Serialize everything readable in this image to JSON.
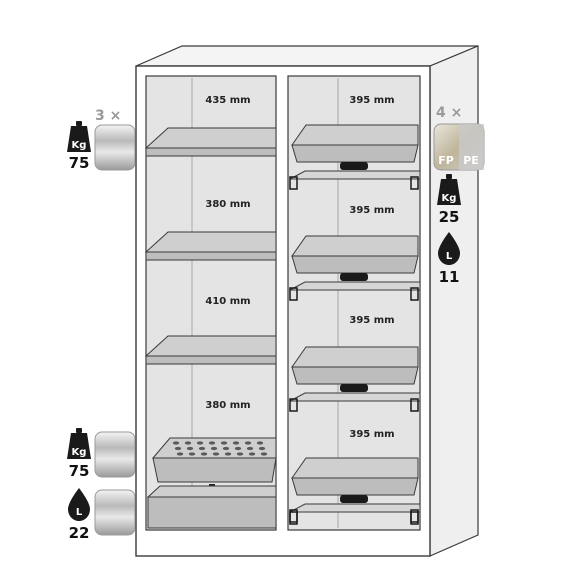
{
  "colors": {
    "outline": "#3a3a3a",
    "interior": "#e4e4e4",
    "shelf": "#bdbdbd",
    "icon_dark": "#1a1a1a",
    "multiplier": "#999999"
  },
  "left_compartment": {
    "heights": [
      "435 mm",
      "380 mm",
      "410 mm",
      "380 mm"
    ]
  },
  "right_compartment": {
    "heights": [
      "395 mm",
      "395 mm",
      "395 mm",
      "395 mm"
    ]
  },
  "left_labels": {
    "shelf_count": "3 ×",
    "shelf_weight_unit": "Kg",
    "shelf_weight": "75",
    "bottom_weight_unit": "Kg",
    "bottom_weight": "75",
    "bottom_volume_unit": "L",
    "bottom_volume": "22"
  },
  "right_labels": {
    "tray_count": "4 ×",
    "material_fp": "FP",
    "material_pe": "PE",
    "weight_unit": "Kg",
    "weight": "25",
    "volume_unit": "L",
    "volume": "11"
  }
}
